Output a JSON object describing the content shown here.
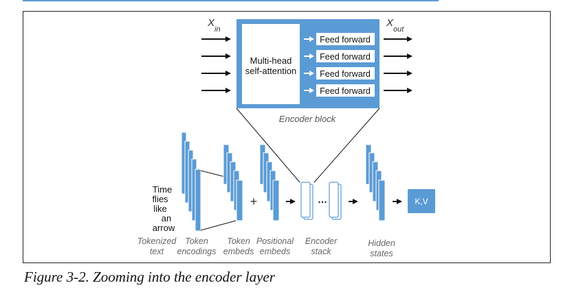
{
  "diagram": {
    "x_in": {
      "main": "X",
      "sub": "in"
    },
    "x_out": {
      "main": "X",
      "sub": "out"
    },
    "attention_label": [
      "Multi-head",
      "self-attention"
    ],
    "ff_label": "Feed forward",
    "encoder_block_label": "Encoder block",
    "input_text": [
      "Time",
      "flies",
      "like",
      "an",
      "arrow"
    ],
    "plus_sign": "+",
    "ellipsis": "…",
    "kv_label": "K,V",
    "bottom_labels": {
      "tokenized": [
        "Tokenized",
        "text"
      ],
      "token_encodings": [
        "Token",
        "encodings"
      ],
      "token_embeds": [
        "Token",
        "embeds"
      ],
      "positional_embeds": [
        "Positional",
        "embeds"
      ],
      "encoder_stack": [
        "Encoder",
        "stack"
      ],
      "hidden_states": [
        "Hidden",
        "states"
      ]
    },
    "colors": {
      "accent": "#5b9bd5",
      "dark": "#111111",
      "label_gray": "#666666"
    }
  },
  "caption": "Figure 3-2. Zooming into the encoder layer"
}
